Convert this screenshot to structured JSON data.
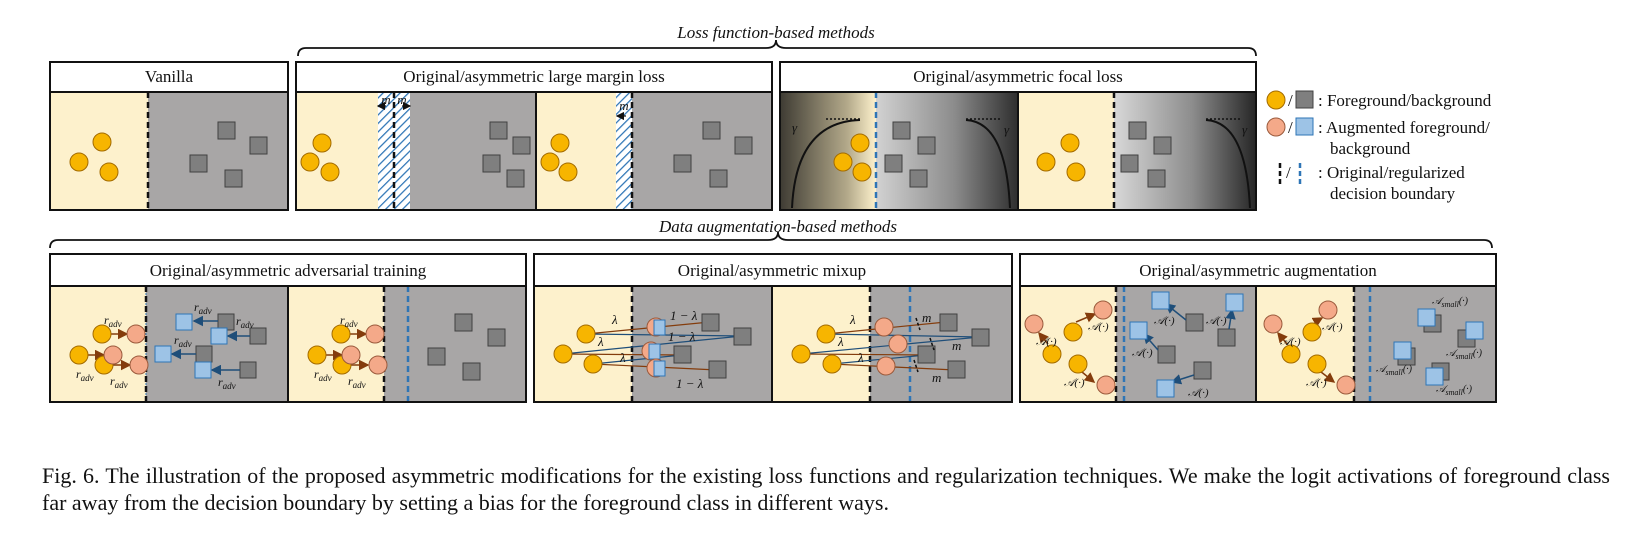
{
  "figure": {
    "group_loss": "Loss  function-based methods",
    "group_aug": "Data augmentation-based methods",
    "panels": {
      "vanilla": "Vanilla",
      "large_margin": "Original/asymmetric large margin loss",
      "focal": "Original/asymmetric focal loss",
      "adversarial": "Original/asymmetric adversarial training",
      "mixup": "Original/asymmetric mixup",
      "augmentation": "Original/asymmetric augmentation"
    },
    "legend": {
      "fg_bg": ": Foreground/background",
      "aug_line1": ": Augmented foreground/",
      "aug_line2": "background",
      "boundary_line1": ": Original/regularized",
      "boundary_line2": "decision boundary",
      "slash": "/"
    },
    "symbols": {
      "m": "m",
      "gamma": "γ",
      "lambda": "λ",
      "one_minus_lambda": "1 − λ",
      "r": "r",
      "adv": "adv",
      "A_op": "𝒜(·)",
      "A_small": "𝒜",
      "small": "small",
      "dot_paren": "(·)"
    },
    "colors": {
      "fg_region": "#fdf1cc",
      "bg_region": "#a8a6a6",
      "fg_circle": "#f7b500",
      "aug_circle": "#f4a989",
      "bg_square": "#7f7f7f",
      "aug_square": "#9dc3e6",
      "boundary_reg": "#2e75b6",
      "arrow_aug": "#843c0c",
      "arrow_bg": "#1f4e79"
    }
  },
  "caption": "Fig. 6.  The illustration of the proposed asymmetric modifications for the existing loss functions and regularization techniques. We make the logit activations of foreground class far away from the decision boundary by setting a bias for the foreground class in different ways."
}
